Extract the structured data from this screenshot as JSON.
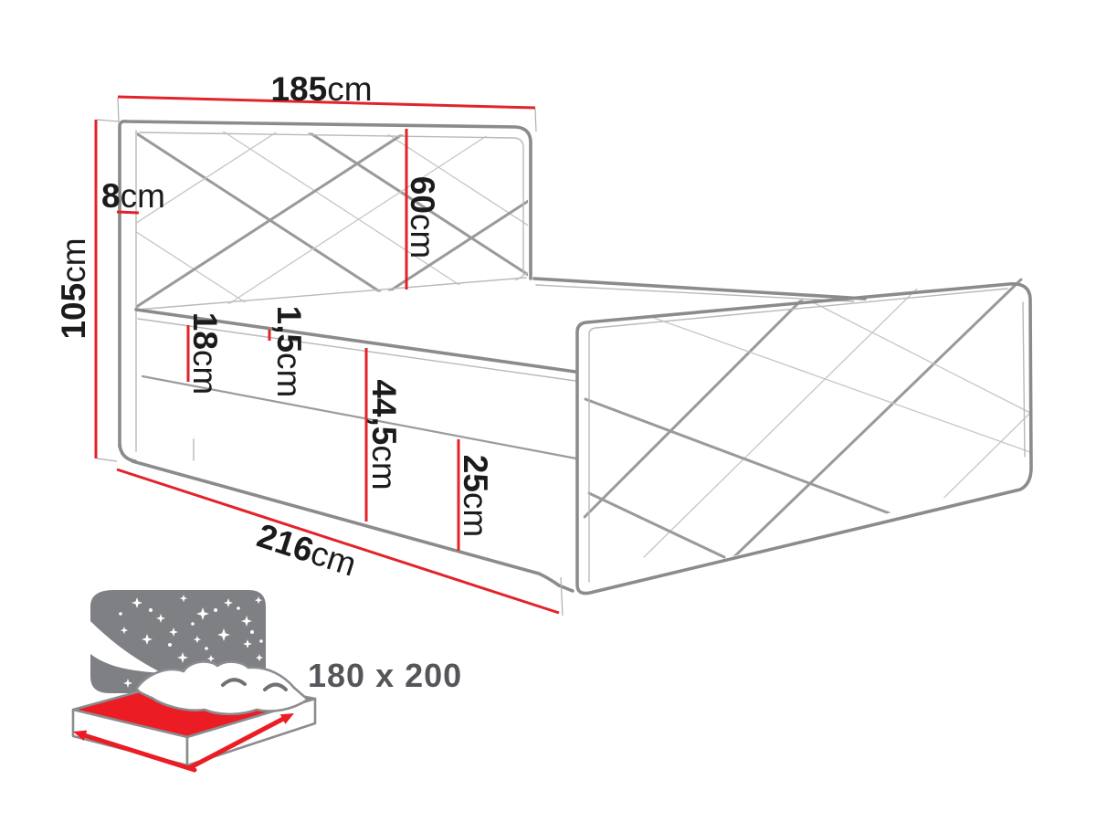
{
  "diagram_title": "boxspring-bed-dimension-drawing",
  "dims": {
    "width": {
      "v": "185",
      "u": "cm"
    },
    "total_height": {
      "v": "105",
      "u": "cm"
    },
    "headboard_thickness": {
      "v": "8",
      "u": "cm"
    },
    "headboard_height": {
      "v": "60",
      "u": "cm"
    },
    "mattress_height": {
      "v": "18",
      "u": "cm"
    },
    "topper_height": {
      "v": "1,5",
      "u": "cm"
    },
    "side_height": {
      "v": "44,5",
      "u": "cm"
    },
    "base_height": {
      "v": "25",
      "u": "cm"
    },
    "length": {
      "v": "216",
      "u": "cm"
    }
  },
  "icon_label": "180 x 200",
  "colors": {
    "dimension_red": "#e2232a",
    "outline_gray": "#8b8b8b",
    "thin_gray": "#b9b9b9",
    "text_black": "#1b1b1b",
    "icon_gray": "#7e8083",
    "icon_red": "#ec1c24",
    "size_label_gray": "#55565a",
    "background": "#ffffff"
  }
}
